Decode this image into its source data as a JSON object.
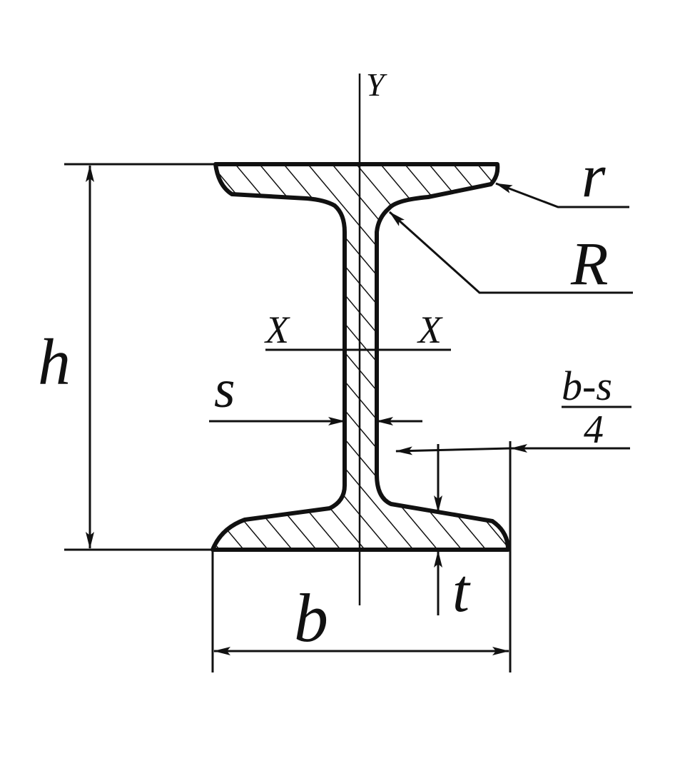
{
  "labels": {
    "y_axis": "Y",
    "x_left": "X",
    "x_right": "X",
    "height": "h",
    "width": "b",
    "web_thickness": "s",
    "flange_thickness": "t",
    "small_radius": "r",
    "fillet_radius": "R",
    "offset_numerator": "b-s",
    "offset_denominator": "4"
  },
  "colors": {
    "ink": "#111111",
    "background": "#ffffff"
  }
}
